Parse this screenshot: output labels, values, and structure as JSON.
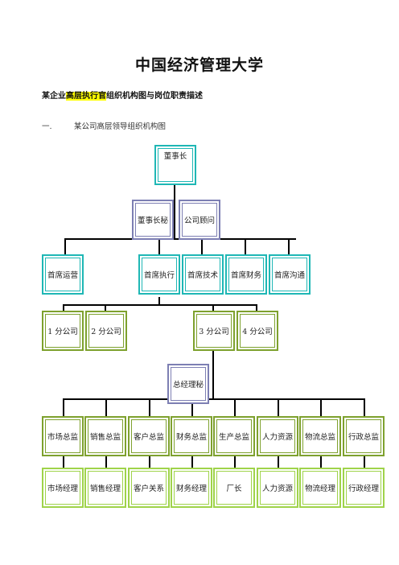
{
  "document": {
    "title": "中国经济管理大学",
    "subtitle_pre": "某企业",
    "subtitle_highlight": "高层执行官",
    "subtitle_post": "组织机构图与岗位职责描述",
    "section_number": "一.",
    "section_title": "某公司高层领导组织机构图"
  },
  "org_chart": {
    "chairman": "董事长",
    "staff": [
      "董事长秘",
      "公司顾问"
    ],
    "chiefs": [
      "首席运营",
      "首席执行",
      "首席技术",
      "首席财务",
      "首席沟通"
    ],
    "branches": [
      "1 分公司",
      "2 分公司",
      "3 分公司",
      "4 分公司"
    ],
    "gm_secretary": "总经理秘",
    "directors": [
      "市场总监",
      "销售总监",
      "客户总监",
      "财务总监",
      "生产总监",
      "人力资源",
      "物流总监",
      "行政总监"
    ],
    "managers": [
      "市场经理",
      "销售经理",
      "客户关系",
      "财务经理",
      "厂长",
      "人力资源",
      "物流经理",
      "行政经理"
    ],
    "colors": {
      "chairman": "#1fb7b5",
      "staff": "#7d7fb3",
      "chiefs": "#1fb7b5",
      "branches": "#7ea12e",
      "gm_secretary": "#7d7fb3",
      "directors": "#7ea12e",
      "managers": "#9fd34a"
    }
  }
}
